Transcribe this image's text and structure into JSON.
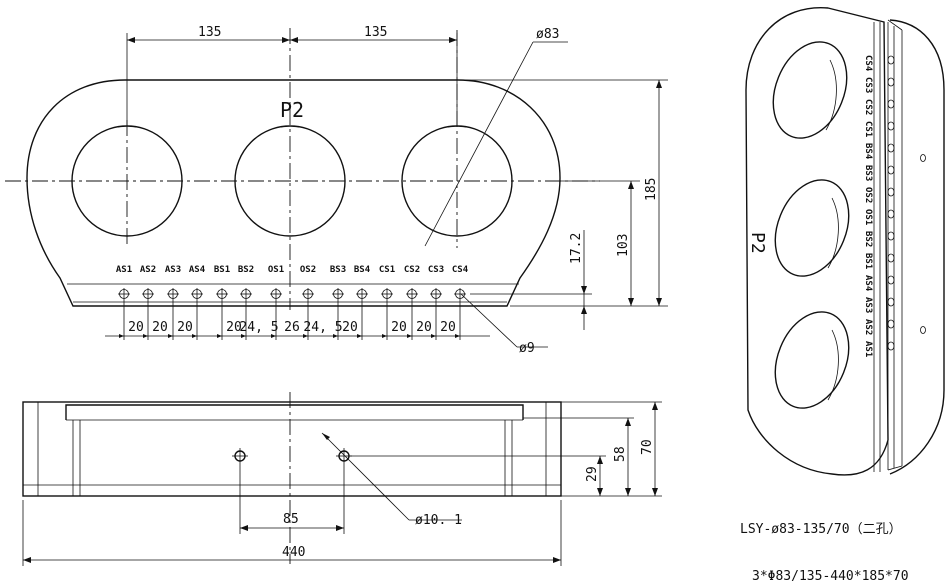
{
  "top_view": {
    "label": "P2",
    "dims": {
      "spacing_left": "135",
      "spacing_right": "135",
      "hole_dia": "ø83",
      "height_total": "185",
      "height_center": "103",
      "height_terminal": "17.2",
      "screw_dia": "ø9"
    },
    "terminals": [
      "AS1",
      "AS2",
      "AS3",
      "AS4",
      "BS1",
      "BS2",
      "OS1",
      "OS2",
      "BS3",
      "BS4",
      "CS1",
      "CS2",
      "CS3",
      "CS4"
    ],
    "pitches": [
      "20",
      "20",
      "20",
      "20",
      "24, 5",
      "26",
      "24, 5",
      "20",
      "20",
      "20",
      "20"
    ]
  },
  "front_view": {
    "dims": {
      "height_total": "70",
      "height_mid": "58",
      "height_hole": "29",
      "hole_spacing": "85",
      "hole_dia": "ø10. 1",
      "length_total": "440"
    }
  },
  "iso_view": {
    "label": "P2",
    "terminals": [
      "AS1",
      "AS2",
      "AS3",
      "AS4",
      "BS1",
      "BS2",
      "OS1",
      "OS2",
      "BS3",
      "BS4",
      "CS1",
      "CS2",
      "CS3",
      "CS4"
    ]
  },
  "caption": {
    "model": "LSY-ø83-135/70（二孔）",
    "spec": "3*Φ83/135-440*185*70"
  }
}
